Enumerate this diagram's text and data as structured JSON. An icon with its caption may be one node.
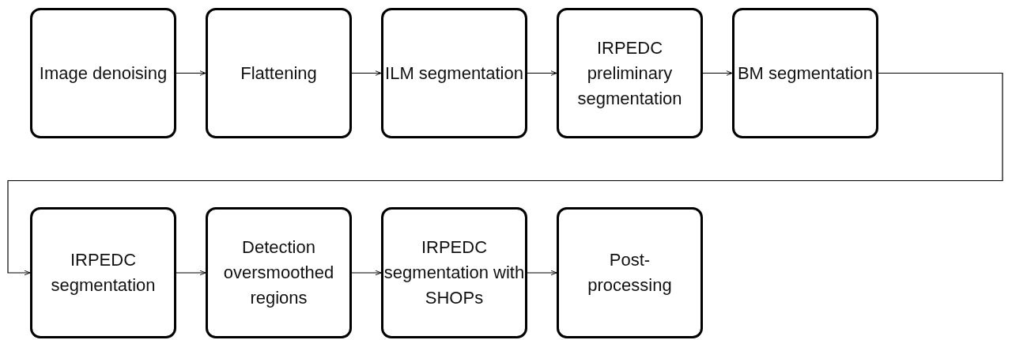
{
  "diagram": {
    "nodes": [
      {
        "text": [
          "Image denoising"
        ]
      },
      {
        "text": [
          "Flattening"
        ]
      },
      {
        "text": [
          "ILM segmentation"
        ]
      },
      {
        "text": [
          "IRPEDC preliminary segmentation"
        ]
      },
      {
        "text": [
          "BM segmentation"
        ]
      },
      {
        "text": [
          "IRPEDC segmentation"
        ]
      },
      {
        "text": [
          "Detection oversmoothed regions"
        ]
      },
      {
        "text": [
          "IRPEDC segmentation with SHOPs"
        ]
      },
      {
        "text": [
          "Post-processing"
        ]
      }
    ],
    "edges": [
      {
        "from": 0,
        "to": 1,
        "arrow": "to"
      },
      {
        "from": 1,
        "to": 2,
        "arrow": "to"
      },
      {
        "from": 2,
        "to": 3,
        "arrow": "to"
      },
      {
        "from": 3,
        "to": 4,
        "arrow": "to"
      },
      {
        "from": 4,
        "to": 5,
        "arrow": "to"
      },
      {
        "from": 5,
        "to": 6,
        "arrow": "to"
      },
      {
        "from": 6,
        "to": 7,
        "arrow": "to"
      },
      {
        "from": 7,
        "to": 8,
        "arrow": "to"
      }
    ]
  }
}
